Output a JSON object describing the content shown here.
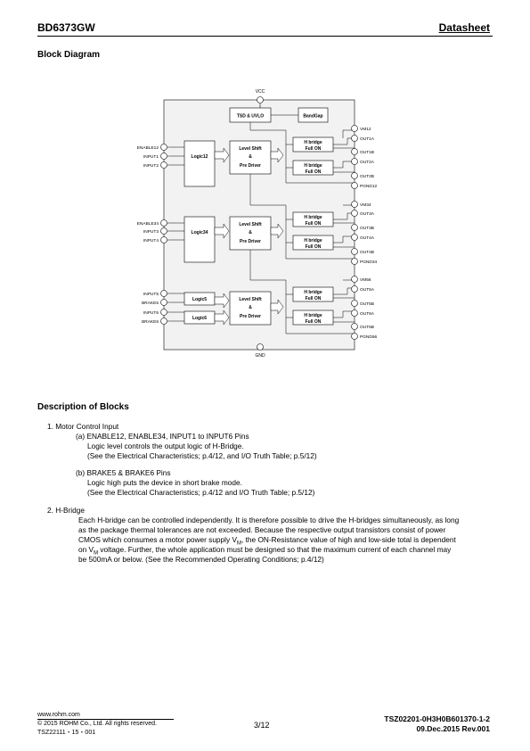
{
  "header": {
    "part_number": "BD6373GW",
    "doc_type": "Datasheet"
  },
  "block_diagram": {
    "title": "Block Diagram",
    "labels": {
      "vcc": "VCC",
      "gnd": "GND",
      "tsd": "TSD & UVLO",
      "bandgap": "BandGap",
      "logic12": "Logic12",
      "logic34": "Logic34",
      "logic5": "Logic5",
      "logic6": "Logic6",
      "ls1": "Level Shift",
      "amp": "&",
      "pd": "Pre Driver",
      "hb": "H bridge",
      "full": "Full ON"
    },
    "left_pins": [
      "ENABLE12",
      "INPUT1",
      "INPUT2",
      "ENABLE34",
      "INPUT3",
      "INPUT4",
      "INPUT5",
      "BRAKE5",
      "INPUT6",
      "BRAKE6"
    ],
    "right_pins": [
      "VM12",
      "OUT1A",
      "OUT1B",
      "OUT2A",
      "OUT2B",
      "PGND12",
      "VM34",
      "OUT3A",
      "OUT3B",
      "OUT4A",
      "OUT4B",
      "PGND34",
      "VM56",
      "OUT5A",
      "OUT5B",
      "OUT6A",
      "OUT6B",
      "PGND56"
    ]
  },
  "description": {
    "title": "Description of Blocks",
    "item1_title": "1.    Motor Control Input",
    "item1a_title": "(a) ENABLE12, ENABLE34, INPUT1 to INPUT6 Pins",
    "item1a_line1": "Logic level controls the output logic of H-Bridge.",
    "item1a_line2": "(See the Electrical Characteristics; p.4/12, and I/O Truth Table; p.5/12)",
    "item1b_title": "(b)  BRAKE5 & BRAKE6 Pins",
    "item1b_line1": "Logic high puts the device in short brake mode.",
    "item1b_line2": "(See the Electrical Characteristics; p.4/12 and I/O Truth Table; p.5/12)",
    "item2_title": "2.    H-Bridge",
    "item2_line1": "Each H-bridge can be controlled independently. It is therefore possible to drive the H-bridges simultaneously, as long",
    "item2_line2": "as the package thermal tolerances are not exceeded. Because the respective output transistors consist of power",
    "item2_line3_a": "CMOS which consumes a motor power supply V",
    "item2_line3_sub": "M",
    "item2_line3_b": ", the ON-Resistance value of high and low-side total is dependent",
    "item2_line4_a": "on V",
    "item2_line4_sub": "M",
    "item2_line4_b": " voltage. Further, the whole application must be designed so that the maximum current of each channel may",
    "item2_line5": "be 500mA or below. (See the Recommended Operating Conditions; p.4/12)"
  },
  "footer": {
    "website": "www.rohm.com",
    "copyright": "© 2015 ROHM Co., Ltd. All rights reserved.",
    "code": "TSZ22111・15・001",
    "page": "3/12",
    "doc_number": "TSZ02201-0H3H0B601370-1-2",
    "date_rev": "09.Dec.2015 Rev.001"
  }
}
